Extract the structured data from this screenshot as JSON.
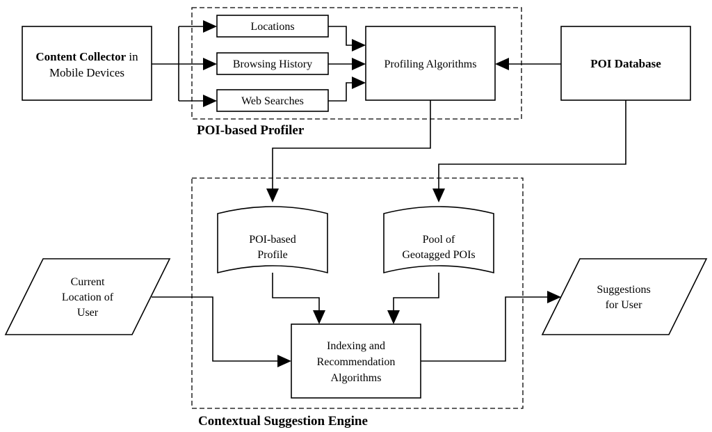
{
  "profiler": {
    "label": "POI-based Profiler",
    "locations": "Locations",
    "browsing_history": "Browsing History",
    "web_searches": "Web Searches",
    "profiling_algorithms": "Profiling Algorithms"
  },
  "content_collector": {
    "bold": "Content Collector",
    "rest": " in",
    "line2": "Mobile Devices"
  },
  "poi_database": "POI Database",
  "engine": {
    "label": "Contextual Suggestion Engine",
    "profile": [
      "POI-based",
      "Profile"
    ],
    "pool": [
      "Pool of",
      "Geotagged POIs"
    ],
    "indexing": [
      "Indexing and",
      "Recommendation",
      "Algorithms"
    ]
  },
  "current_location": [
    "Current",
    "Location of",
    "User"
  ],
  "suggestions": [
    "Suggestions",
    "for User"
  ]
}
